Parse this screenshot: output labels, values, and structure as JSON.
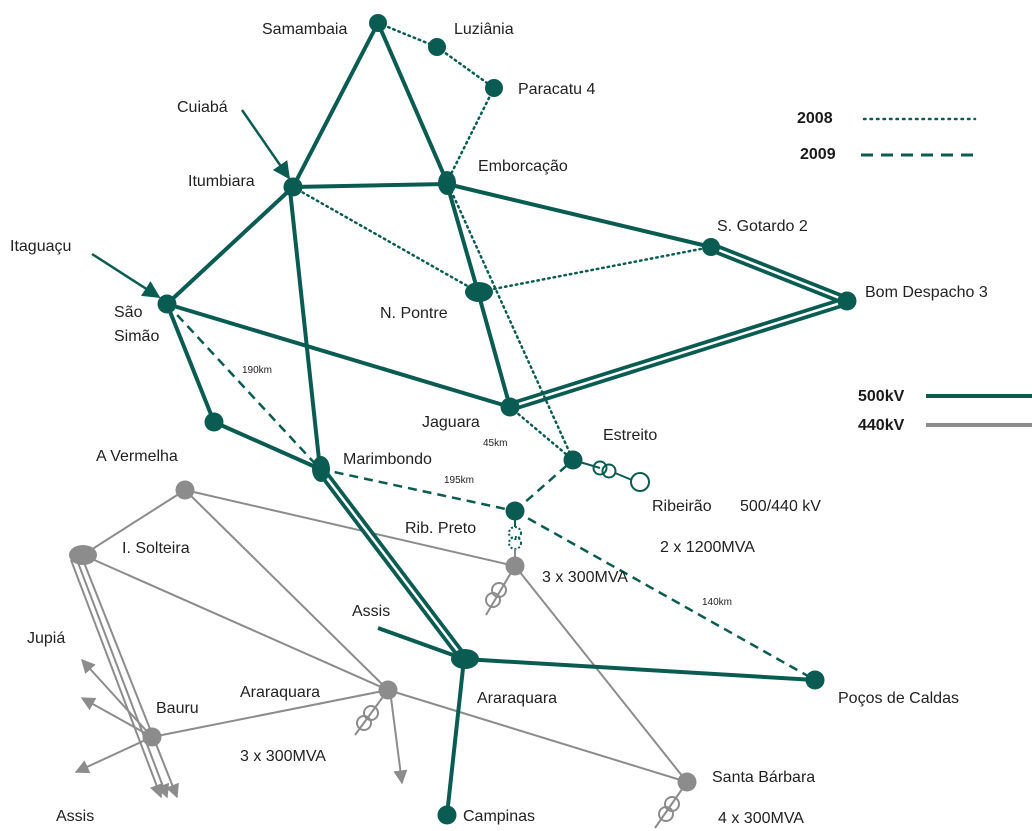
{
  "colors": {
    "kv500": "#0a5c52",
    "kv440": "#8c8c8c"
  },
  "legend": {
    "y2008": "2008",
    "y2009": "2009",
    "kv500": "500kV",
    "kv440": "440kV"
  },
  "labels": {
    "samambaia": "Samambaia",
    "luziania": "Luziânia",
    "paracatu": "Paracatu 4",
    "cuiaba": "Cuiabá",
    "itumbiara": "Itumbiara",
    "emborcacao": "Emborcação",
    "sgotardo": "S. Gotardo 2",
    "itaguacu": "Itaguaçu",
    "sao": "São",
    "simao": "Simão",
    "npontre": "N. Pontre",
    "bomdespacho": "Bom Despacho 3",
    "jaguara": "Jaguara",
    "estreito": "Estreito",
    "avermelha": "A Vermelha",
    "marimbondo": "Marimbondo",
    "isolteira": "I. Solteira",
    "ribeirao": "Ribeirão",
    "transf_ribeirao": "500/440 kV",
    "ribpreto": "Rib. Preto",
    "mva_2x1200": "2 x 1200MVA",
    "mva_3x300_rp": "3 x 300MVA",
    "assis_top": "Assis",
    "jupia": "Jupiá",
    "araraquara_440": "Araraquara",
    "araraquara_500": "Araraquara",
    "bauru": "Bauru",
    "pocos": "Poços de Caldas",
    "mva_3x300_ar": "3 x 300MVA",
    "santabarbara": "Santa Bárbara",
    "assis_bottom": "Assis",
    "campinas": "Campinas",
    "mva_4x300": "4 x 300MVA"
  },
  "distances": {
    "d190": "190km",
    "d45": "45km",
    "d195": "195km",
    "d140": "140km"
  }
}
